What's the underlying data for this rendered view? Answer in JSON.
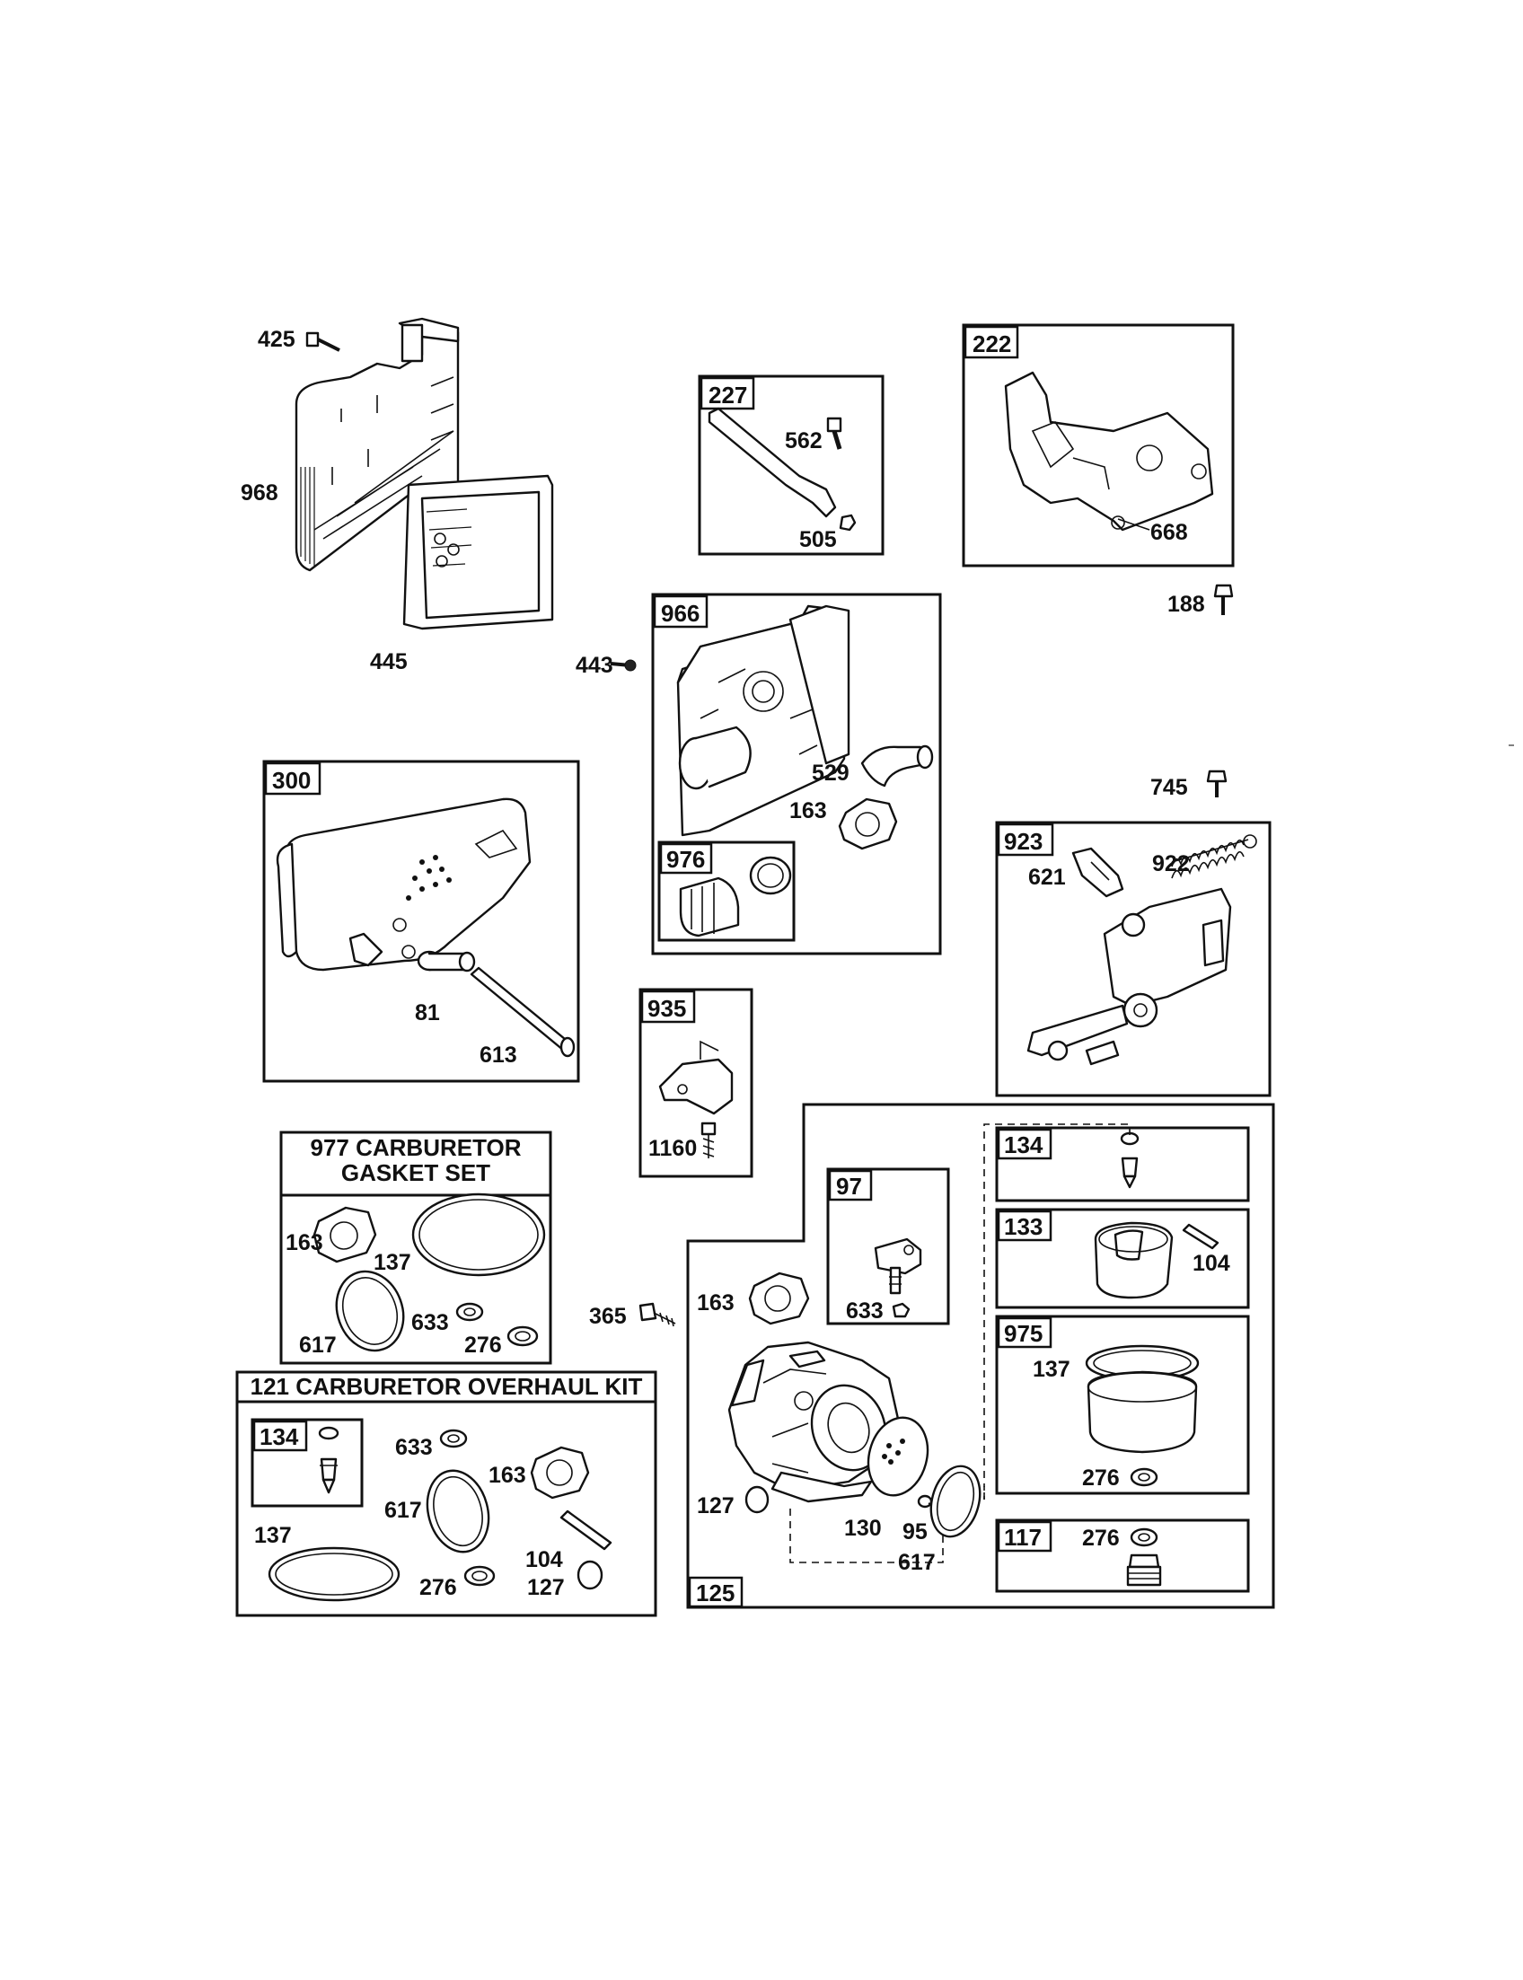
{
  "labels": {
    "l425": "425",
    "l968": "968",
    "l445": "445",
    "l227": "227",
    "l562": "562",
    "l505": "505",
    "l222": "222",
    "l668": "668",
    "l188": "188",
    "l966": "966",
    "l443": "443",
    "l529": "529",
    "l163a": "163",
    "l976": "976",
    "l745": "745",
    "l300": "300",
    "l81": "81",
    "l613": "613",
    "l923": "923",
    "l621": "621",
    "l922": "922",
    "l935": "935",
    "l1160": "1160",
    "l163b": "163",
    "l137a": "137",
    "l617a": "617",
    "l633a": "633",
    "l276a": "276",
    "l134a": "134",
    "l133": "133",
    "l104a": "104",
    "l975": "975",
    "l137b": "137",
    "l276b": "276",
    "l117": "117",
    "l276c": "276",
    "l97": "97",
    "l633b": "633",
    "l365": "365",
    "l163c": "163",
    "l127a": "127",
    "l130": "130",
    "l95": "95",
    "l617b": "617",
    "l125": "125",
    "l134b": "134",
    "l633c": "633",
    "l163d": "163",
    "l137c": "137",
    "l617c": "617",
    "l104b": "104",
    "l276d": "276",
    "l127b": "127"
  },
  "kits": {
    "gasket_set_line1": "977 CARBURETOR",
    "gasket_set_line2": "GASKET SET",
    "overhaul_kit": "121 CARBURETOR OVERHAUL KIT"
  },
  "icons": [
    "bolt-icon",
    "air-filter-housing-icon",
    "air-filter-element-icon",
    "bracket-icon",
    "carburetor-icon",
    "muffler-icon",
    "spring-icon",
    "gasket-icon",
    "o-ring-icon",
    "float-bowl-icon",
    "needle-valve-icon"
  ]
}
